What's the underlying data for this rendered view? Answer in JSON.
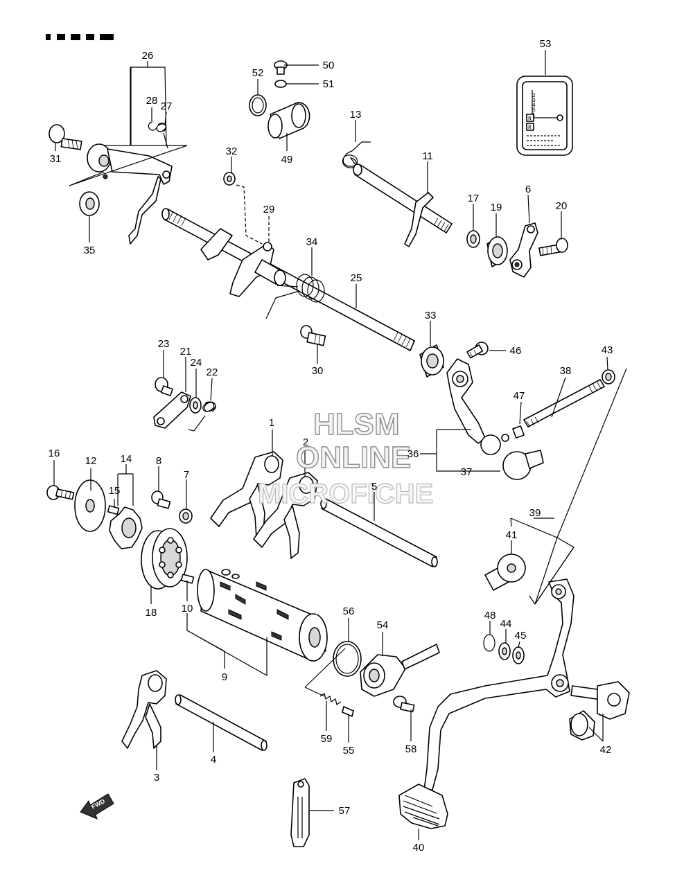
{
  "watermark": {
    "line1": "HLSM",
    "line2": "ONLINE",
    "line3": "MICROFICHE"
  },
  "direction_label": "FWD",
  "decal": {
    "gears": [
      "2",
      "3",
      "4",
      "5",
      "1"
    ],
    "neutral": "N",
    "reverse": "R"
  },
  "part_numbers": [
    "1",
    "2",
    "3",
    "4",
    "5",
    "6",
    "7",
    "8",
    "9",
    "10",
    "11",
    "12",
    "13",
    "14",
    "15",
    "16",
    "17",
    "18",
    "19",
    "20",
    "21",
    "22",
    "23",
    "24",
    "25",
    "26",
    "27",
    "28",
    "29",
    "30",
    "31",
    "32",
    "33",
    "34",
    "35",
    "36",
    "37",
    "38",
    "39",
    "40",
    "41",
    "42",
    "43",
    "44",
    "45",
    "46",
    "47",
    "48",
    "49",
    "50",
    "51",
    "52",
    "53",
    "54",
    "55",
    "56",
    "57",
    "58",
    "59"
  ]
}
